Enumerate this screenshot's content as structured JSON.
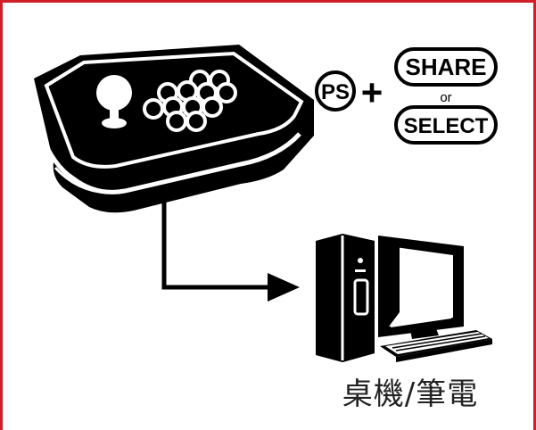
{
  "combo": {
    "ps_label": "PS",
    "plus": "+",
    "share_label": "SHARE",
    "or_label": "or",
    "select_label": "SELECT"
  },
  "destination": {
    "caption": "桌機/筆電"
  },
  "colors": {
    "frame": "#d01f28",
    "ink": "#000000"
  }
}
